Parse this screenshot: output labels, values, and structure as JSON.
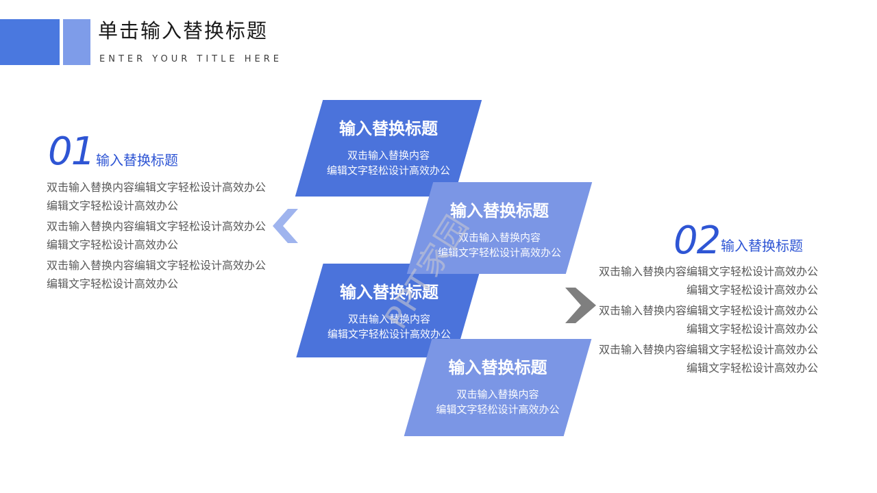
{
  "header": {
    "title": "单击输入替换标题",
    "subtitle": "ENTER YOUR TITLE HERE"
  },
  "left": {
    "number": "01",
    "title": "输入替换标题",
    "paragraphs": [
      {
        "line1": "双击输入替换内容编辑文字轻松设计高效办公",
        "line2": "编辑文字轻松设计高效办公"
      },
      {
        "line1": "双击输入替换内容编辑文字轻松设计高效办公",
        "line2": "编辑文字轻松设计高效办公"
      },
      {
        "line1": "双击输入替换内容编辑文字轻松设计高效办公",
        "line2": "编辑文字轻松设计高效办公"
      }
    ]
  },
  "right": {
    "number": "02",
    "title": "输入替换标题",
    "paragraphs": [
      {
        "line1": "双击输入替换内容编辑文字轻松设计高效办公",
        "line2": "编辑文字轻松设计高效办公"
      },
      {
        "line1": "双击输入替换内容编辑文字轻松设计高效办公",
        "line2": "编辑文字轻松设计高效办公"
      },
      {
        "line1": "双击输入替换内容编辑文字轻松设计高效办公",
        "line2": "编辑文字轻松设计高效办公"
      }
    ]
  },
  "cards": [
    {
      "title": "输入替换标题",
      "line1": "双击输入替换内容",
      "line2": "编辑文字轻松设计高效办公"
    },
    {
      "title": "输入替换标题",
      "line1": "双击输入替换内容",
      "line2": "编辑文字轻松设计高效办公"
    },
    {
      "title": "输入替换标题",
      "line1": "双击输入替换内容",
      "line2": "编辑文字轻松设计高效办公"
    },
    {
      "title": "输入替换标题",
      "line1": "双击输入替换内容",
      "line2": "编辑文字轻松设计高效办公"
    }
  ],
  "watermark": "PPT家园",
  "colors": {
    "card_dark": "#4B73DB",
    "card_light": "#7B96E5",
    "accent_text": "#2E55D4",
    "square_dark": "#4A78DF",
    "square_light": "#7E9CE9",
    "chevron_left": "#9FB4EE",
    "chevron_right": "#7F7F7F",
    "body_text": "#595959"
  }
}
